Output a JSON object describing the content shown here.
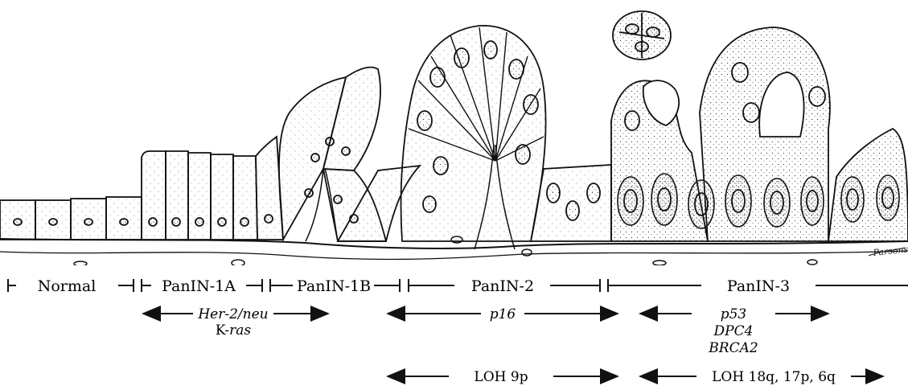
{
  "stages": [
    {
      "label": "Normal"
    },
    {
      "label": "PanIN-1A"
    },
    {
      "label": "PanIN-1B"
    },
    {
      "label": "PanIN-2"
    },
    {
      "label": "PanIN-3"
    }
  ],
  "genes": {
    "her2": "Her-2/neu",
    "kras_prefix": "K-",
    "kras_suffix": "ras",
    "p16": "p16",
    "p53": "p53",
    "dpc4": "DPC4",
    "brca2": "BRCA2"
  },
  "loh": {
    "loh9p": "LOH 9p",
    "loh18q": "LOH 18q, 17p, 6q"
  },
  "signature": "Parsons"
}
